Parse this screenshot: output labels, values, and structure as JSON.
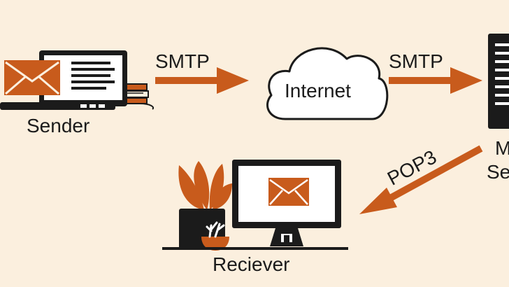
{
  "nodes": {
    "sender": "Sender",
    "internet": "Internet",
    "mail_server_line1": "M",
    "mail_server_line2": "Se",
    "receiver": "Reciever"
  },
  "protocols": {
    "sender_to_internet": "SMTP",
    "internet_to_server": "SMTP",
    "server_to_receiver": "POP3"
  },
  "colors": {
    "background": "#fbefde",
    "accent": "#c85b1c",
    "ink": "#1b1b1b"
  }
}
